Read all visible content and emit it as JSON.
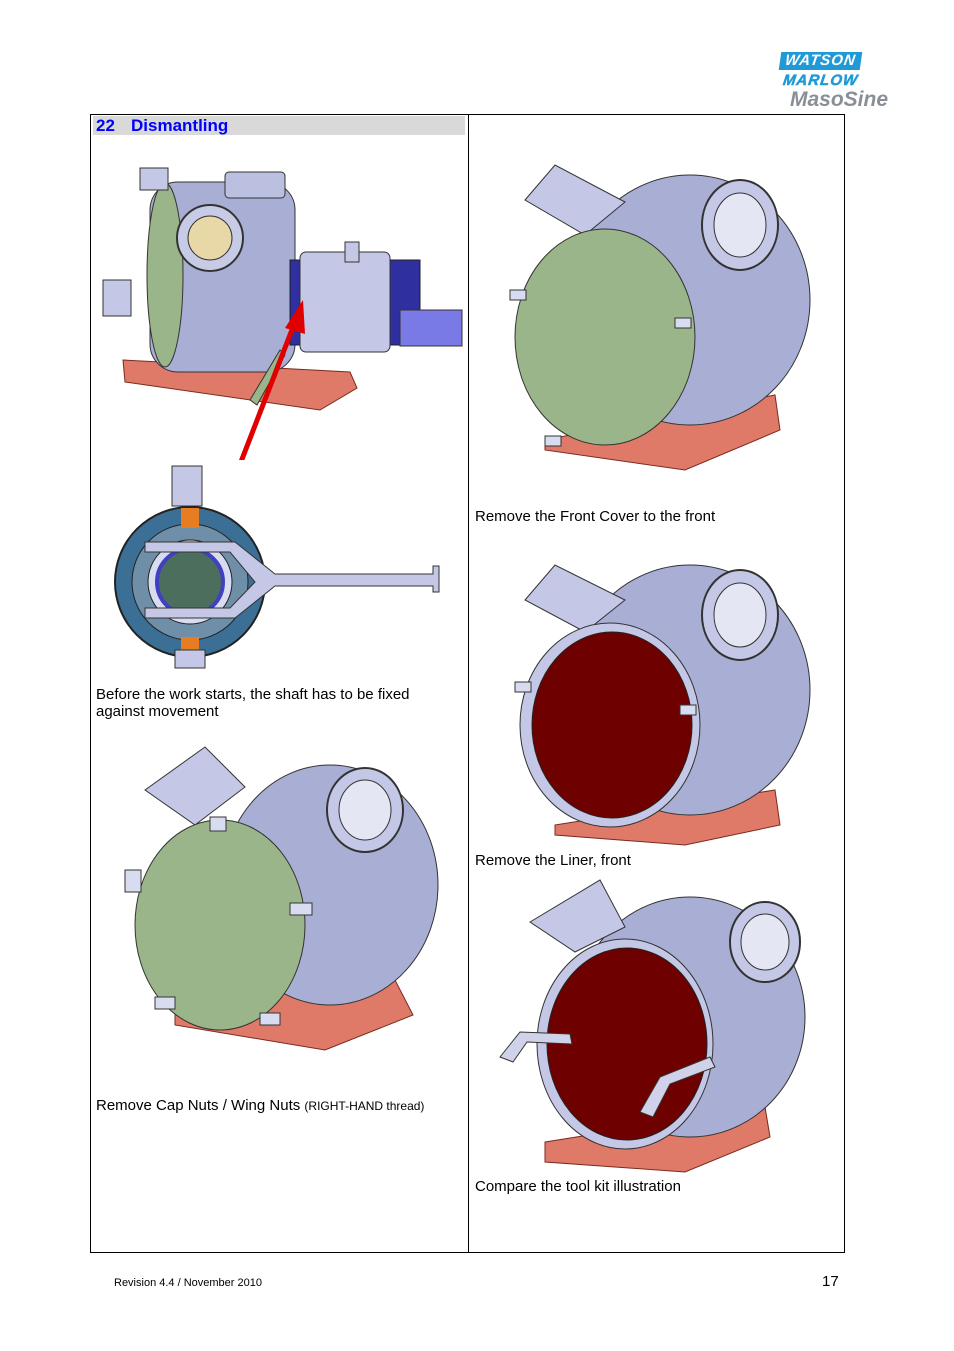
{
  "logo": {
    "line1": "WATSON",
    "line2": "MARLOW",
    "line3": "MasoSine"
  },
  "section": {
    "number": "22",
    "title": "Dismantling"
  },
  "left": {
    "caption1": "Before the work starts,  the shaft has to be fixed against movement",
    "caption2_main": "Remove Cap Nuts / Wing Nuts ",
    "caption2_small": "(RIGHT-HAND thread)"
  },
  "right": {
    "caption1": "Remove the Front Cover to the front",
    "caption2": "Remove the Liner, front",
    "caption3": "Compare the tool kit illustration"
  },
  "footer": {
    "revision": "Revision 4.4 / November 2010",
    "page": "17"
  },
  "colors": {
    "heading_blue": "#0000ff",
    "heading_bg": "#d9d9d9",
    "cover_green": "#9bb58a",
    "liner_red": "#6e0000",
    "base_salmon": "#e07a68",
    "housing": "#a9aed4"
  }
}
